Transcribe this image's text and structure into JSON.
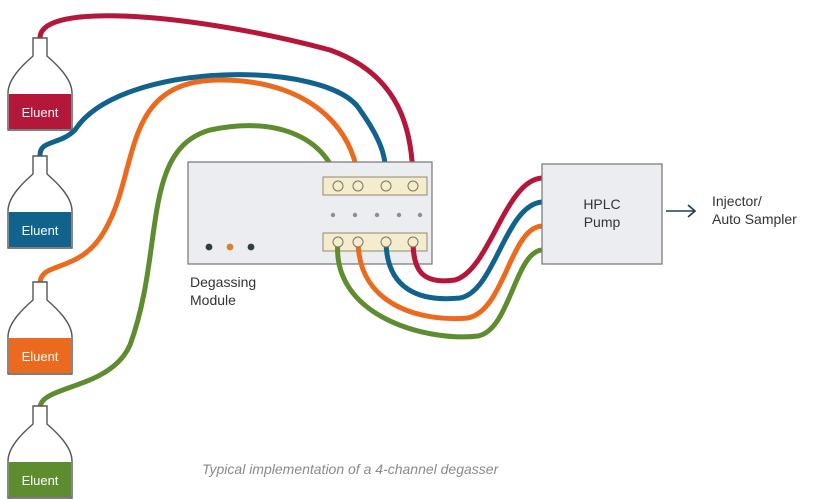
{
  "colors": {
    "red": "#b5173a",
    "blue": "#11628c",
    "orange": "#ec6a1e",
    "green": "#5e8d2f",
    "module_fill": "#ecedf0",
    "port_fill": "#f4eccd"
  },
  "bottles": [
    {
      "label": "Eluent",
      "color": "#b5173a"
    },
    {
      "label": "Eluent",
      "color": "#11628c"
    },
    {
      "label": "Eluent",
      "color": "#ec6a1e"
    },
    {
      "label": "Eluent",
      "color": "#5e8d2f"
    }
  ],
  "degasser": {
    "label_line1": "Degassing",
    "label_line2": "Module"
  },
  "pump": {
    "label_line1": "HPLC",
    "label_line2": "Pump"
  },
  "output": {
    "label_line1": "Injector/",
    "label_line2": "Auto Sampler"
  },
  "caption": "Typical implementation of a 4-channel degasser",
  "indicator_colors": [
    "#2f3f3a",
    "#d9822b",
    "#2f3f3a"
  ]
}
